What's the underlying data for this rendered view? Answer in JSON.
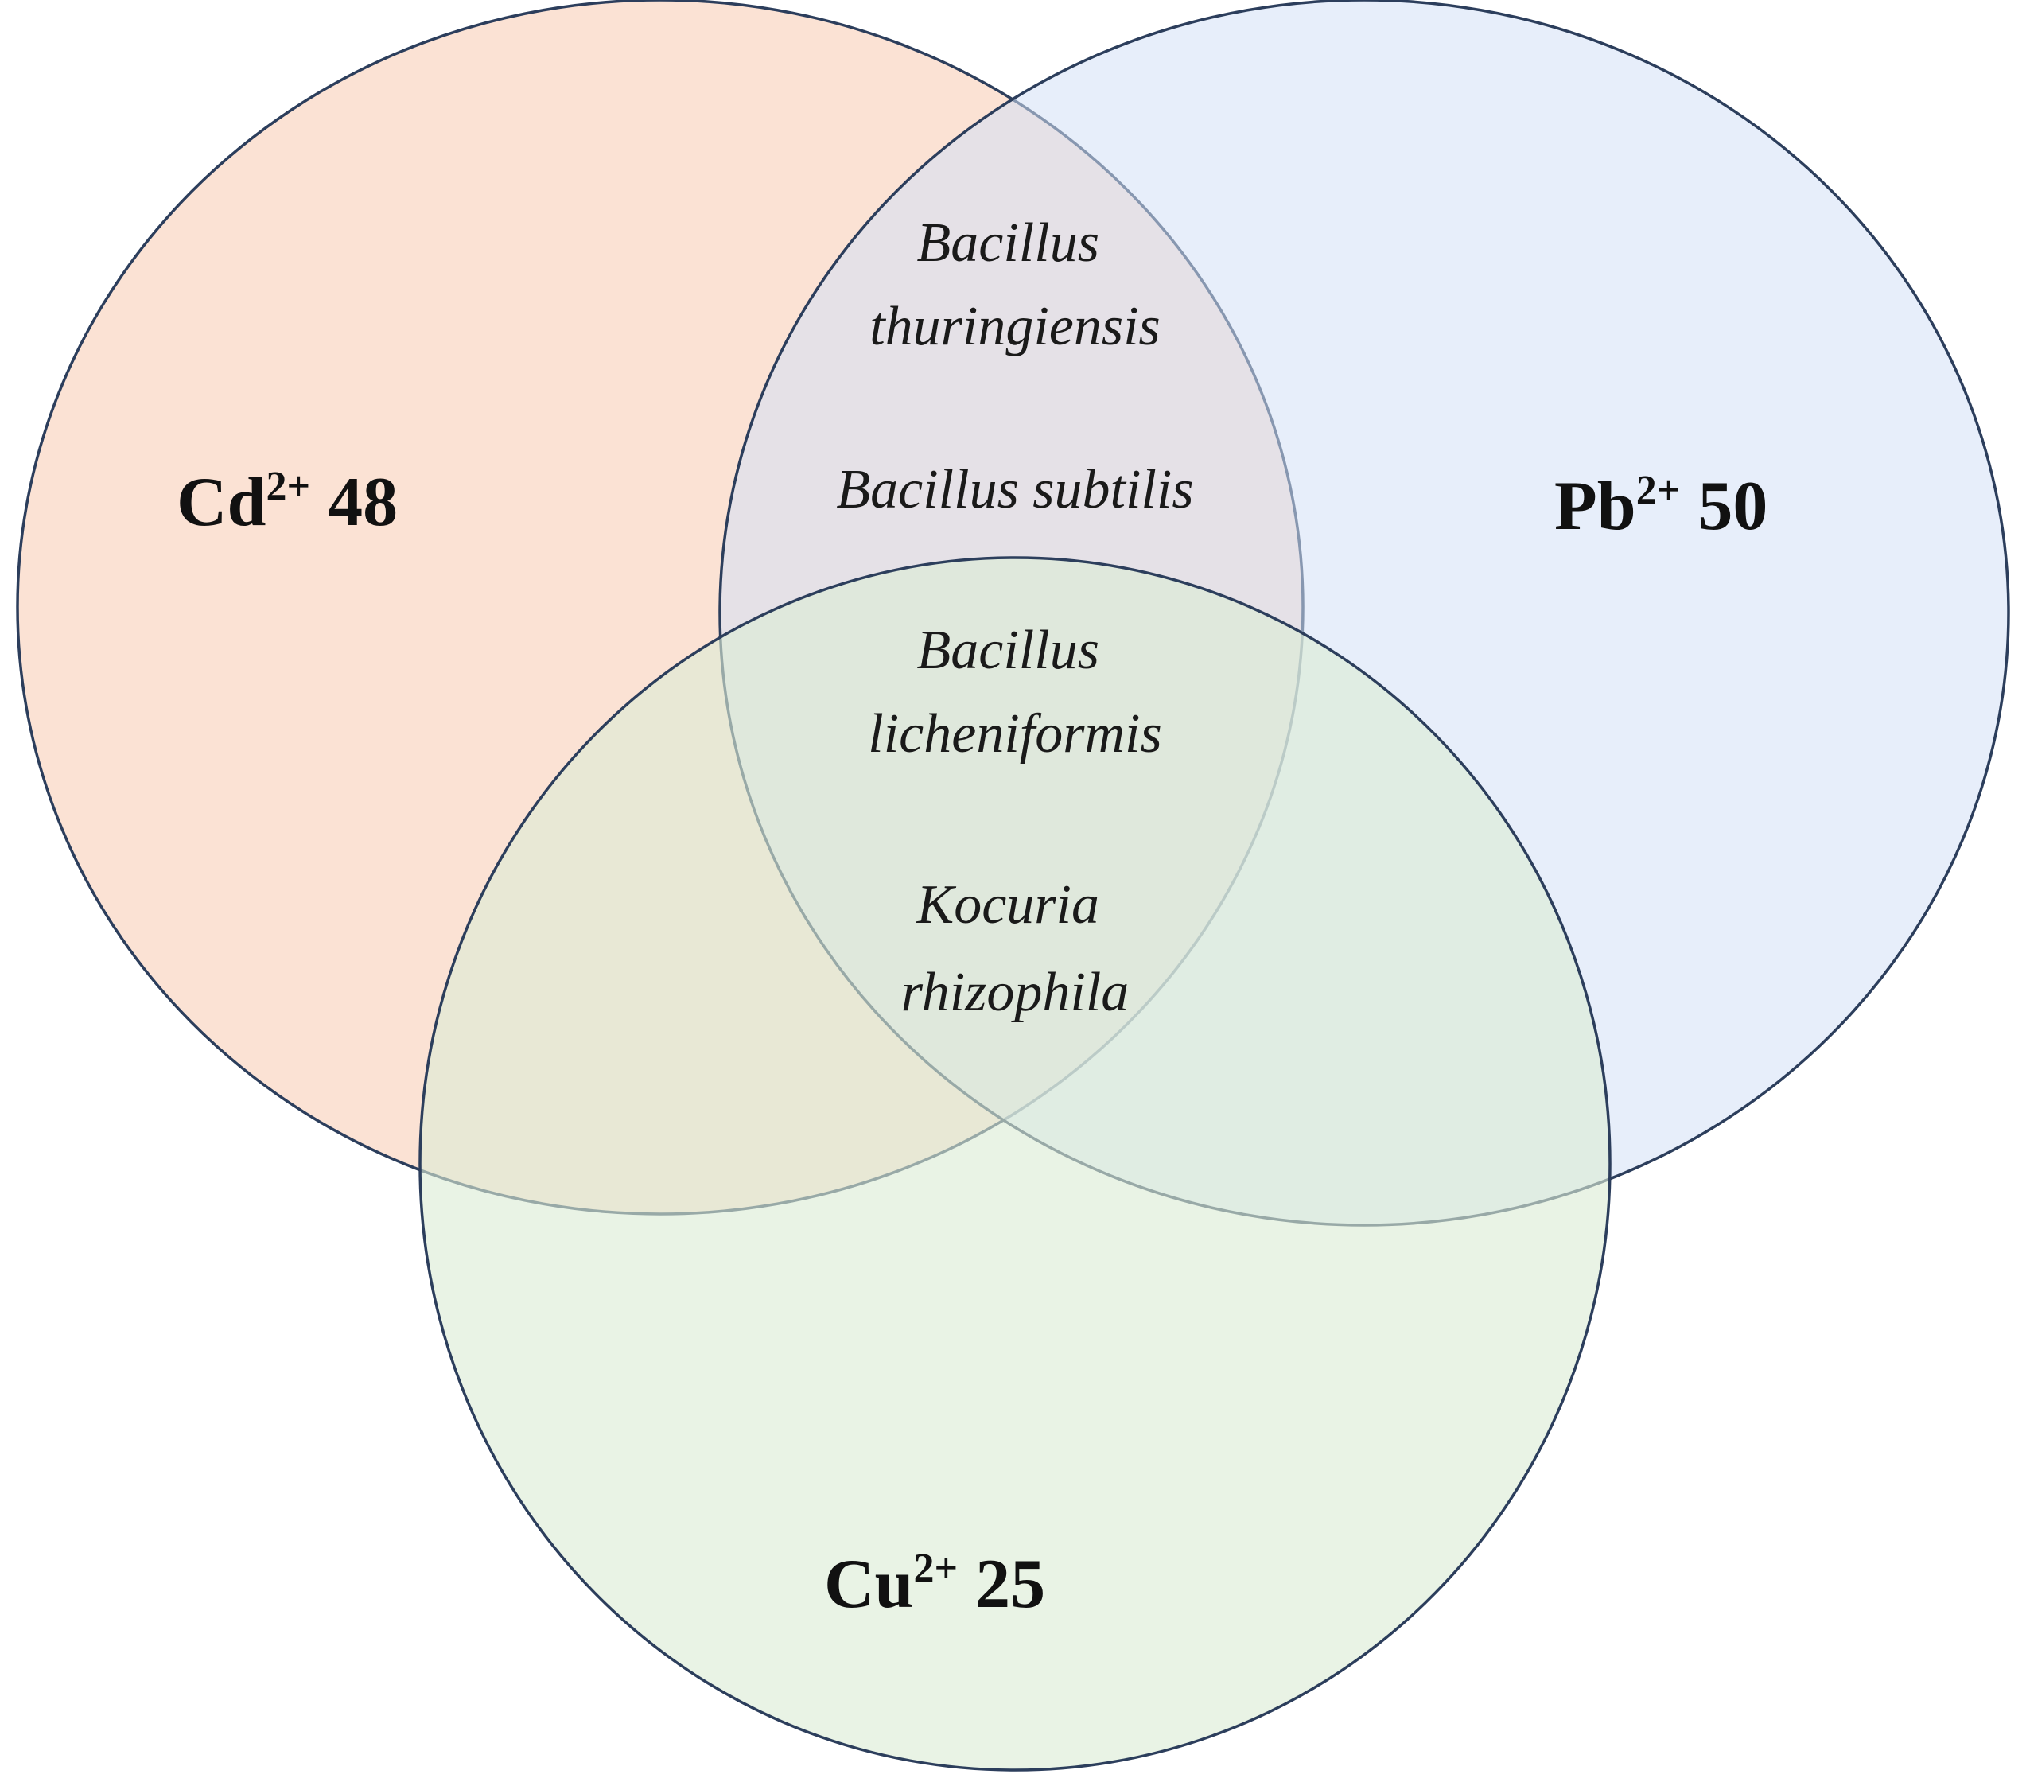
{
  "sets": [
    {
      "key": "cd",
      "symbol": "Cd",
      "superscript": "2+",
      "count": "48",
      "fill": "#f9d3bd",
      "fill_opacity": 0.65
    },
    {
      "key": "pb",
      "symbol": "Pb",
      "superscript": "2+",
      "count": "50",
      "fill": "#d3e0f5",
      "fill_opacity": 0.55
    },
    {
      "key": "cu",
      "symbol": "Cu",
      "superscript": "2+",
      "count": "25",
      "fill": "#dcebd5",
      "fill_opacity": 0.62
    }
  ],
  "stroke_color": "#2c3e5c",
  "intersections": {
    "cd_pb": [
      [
        "Bacillus",
        "thuringiensis"
      ],
      [
        "Bacillus subtilis"
      ]
    ],
    "cd_pb_cu": [
      [
        "Bacillus",
        "licheniformis"
      ],
      [
        "Kocuria",
        "rhizophila"
      ]
    ]
  }
}
